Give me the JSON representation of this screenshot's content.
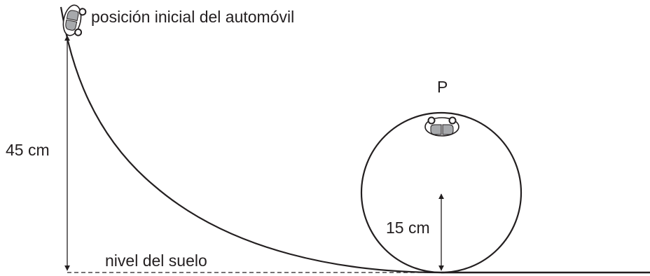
{
  "labels": {
    "start": "posición inicial del automóvil",
    "top_point": "P",
    "height_start": "45 cm",
    "radius": "15 cm",
    "ground": "nivel del suelo"
  },
  "colors": {
    "stroke": "#231f20",
    "car_window": "#a7a9ac",
    "background": "#ffffff"
  },
  "icons": {
    "car_start": "car-icon",
    "car_top": "car-icon"
  }
}
